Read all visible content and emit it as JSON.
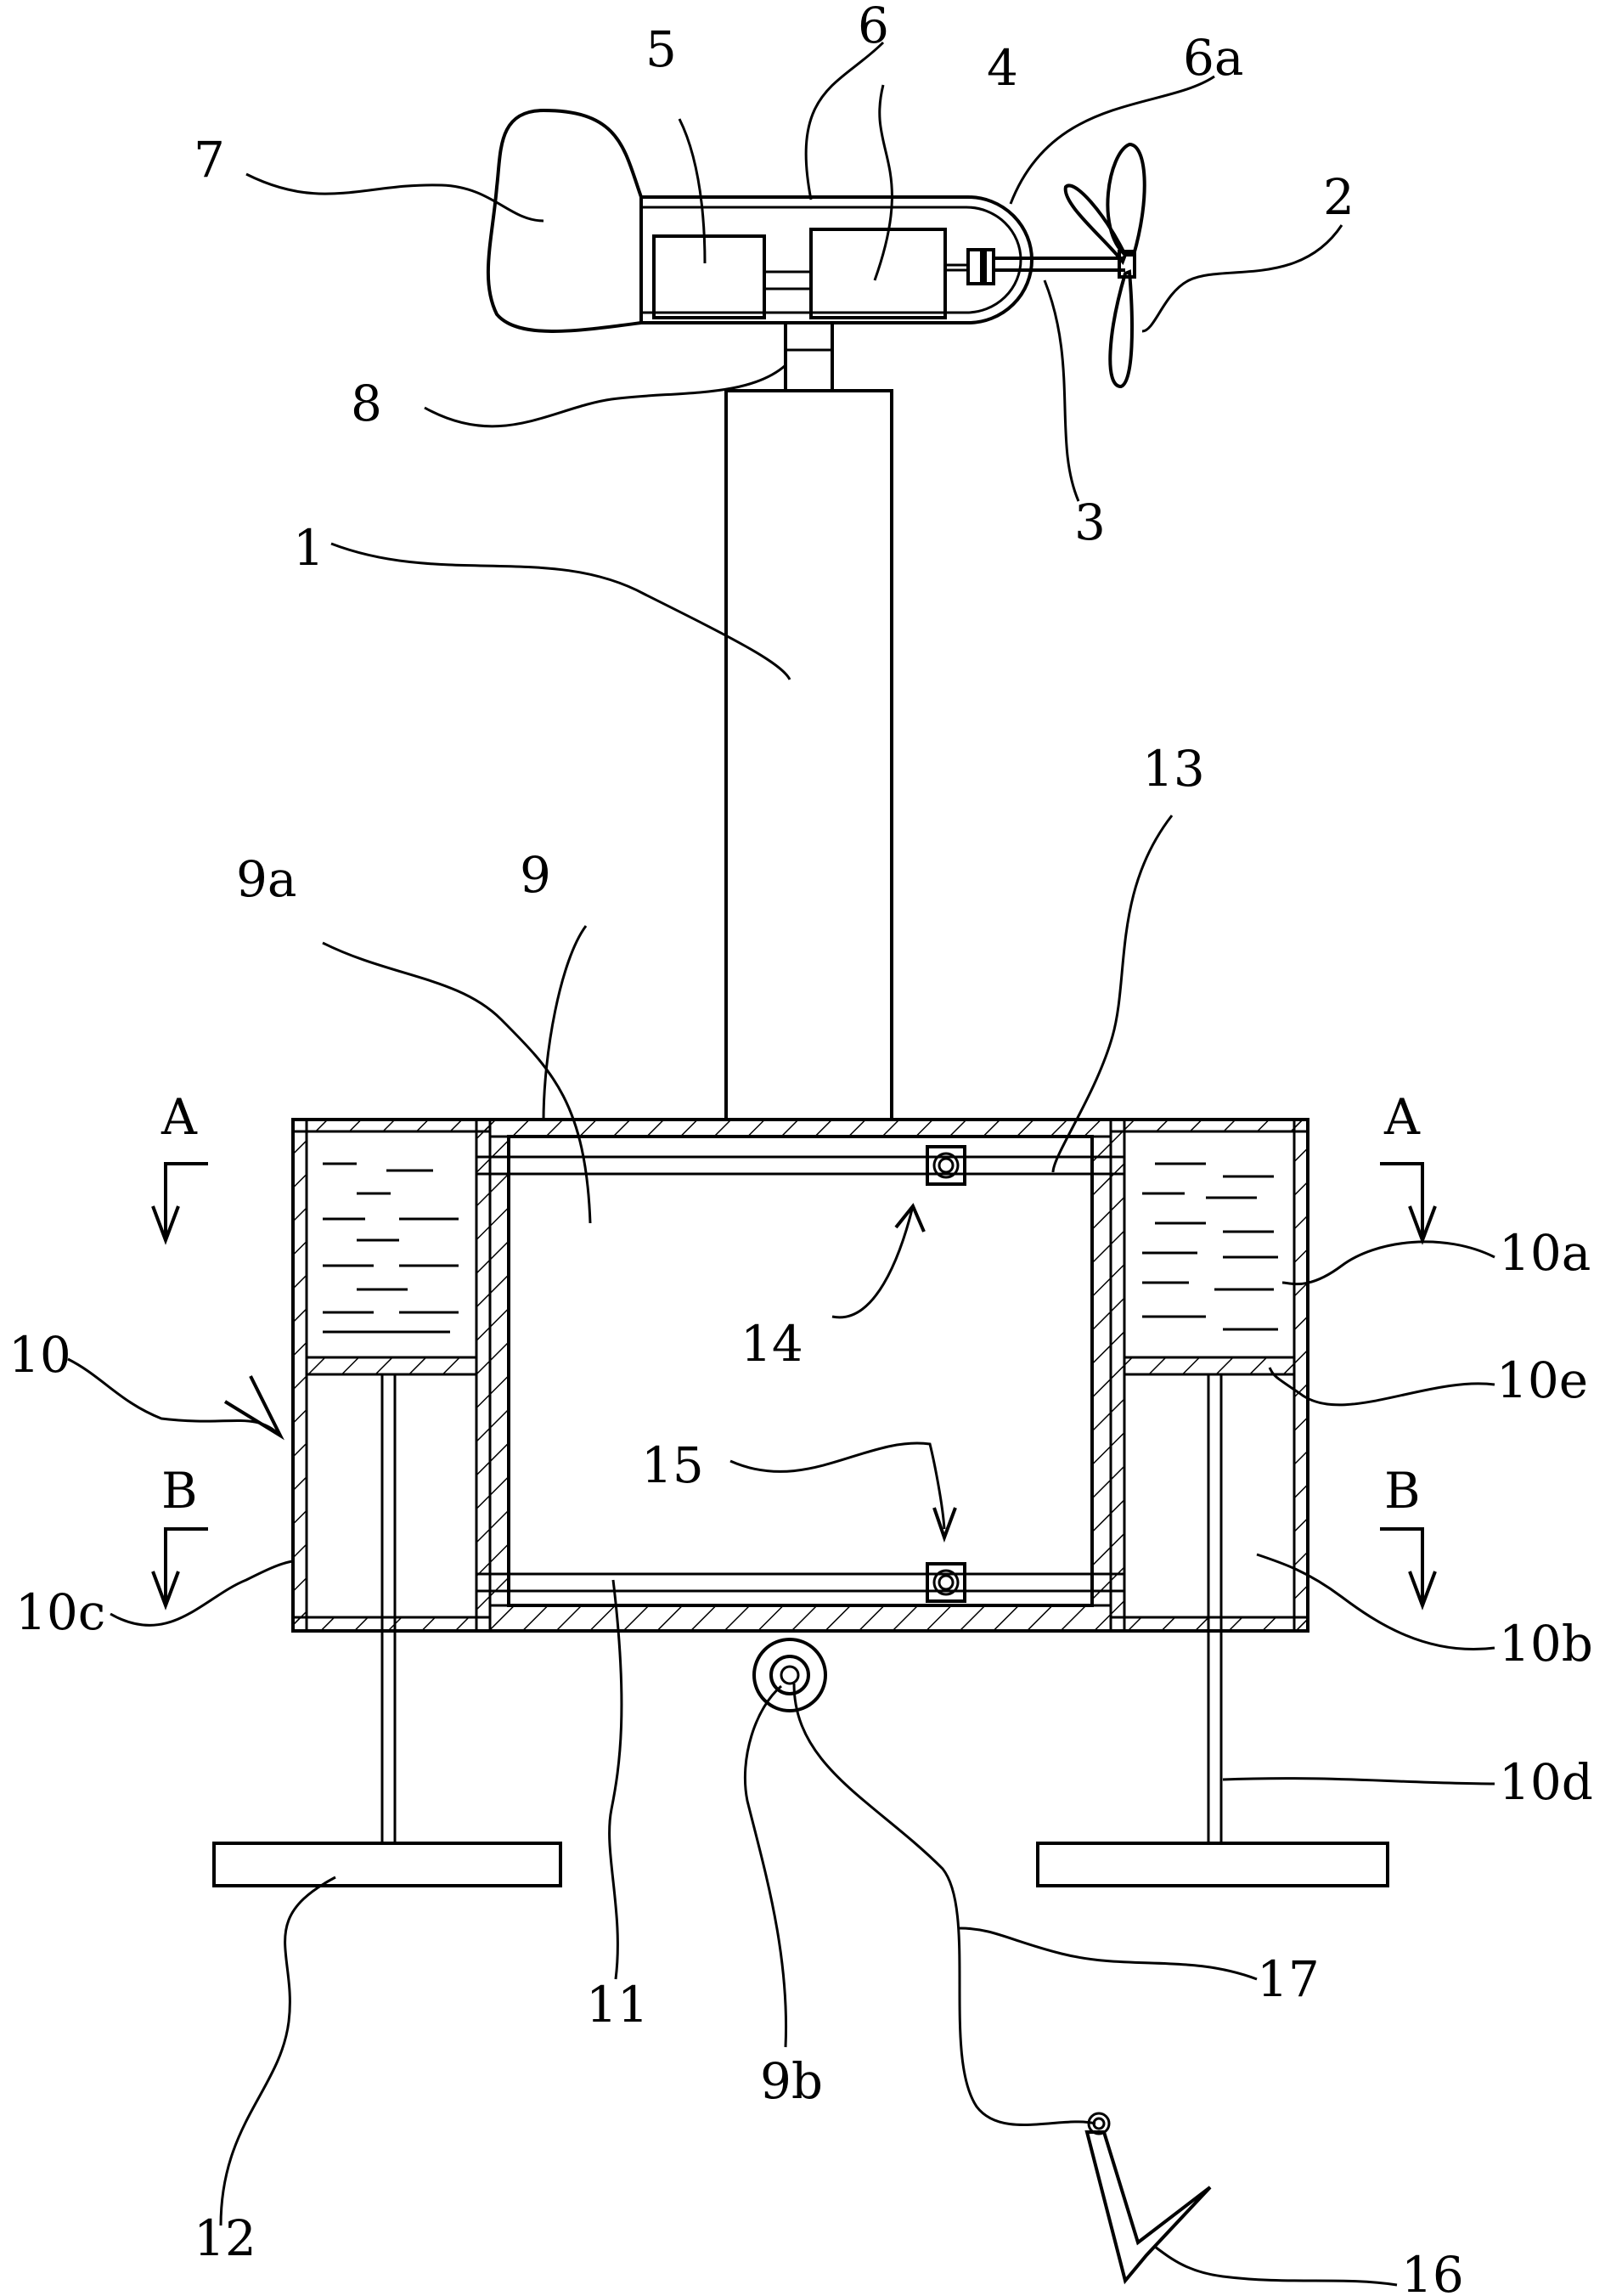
{
  "labels": {
    "l1": "1",
    "l2": "2",
    "l3": "3",
    "l4": "4",
    "l5": "5",
    "l6": "6",
    "l6a": "6a",
    "l7": "7",
    "l8": "8",
    "l9": "9",
    "l9a": "9a",
    "l9b": "9b",
    "l10": "10",
    "l10a": "10a",
    "l10b": "10b",
    "l10c": "10c",
    "l10d": "10d",
    "l10e": "10e",
    "l11": "11",
    "l12": "12",
    "l13": "13",
    "l14": "14",
    "l15": "15",
    "l16": "16",
    "l17": "17"
  },
  "section_marks": {
    "a_left": "A",
    "a_right": "A",
    "b_left": "B",
    "b_right": "B"
  }
}
